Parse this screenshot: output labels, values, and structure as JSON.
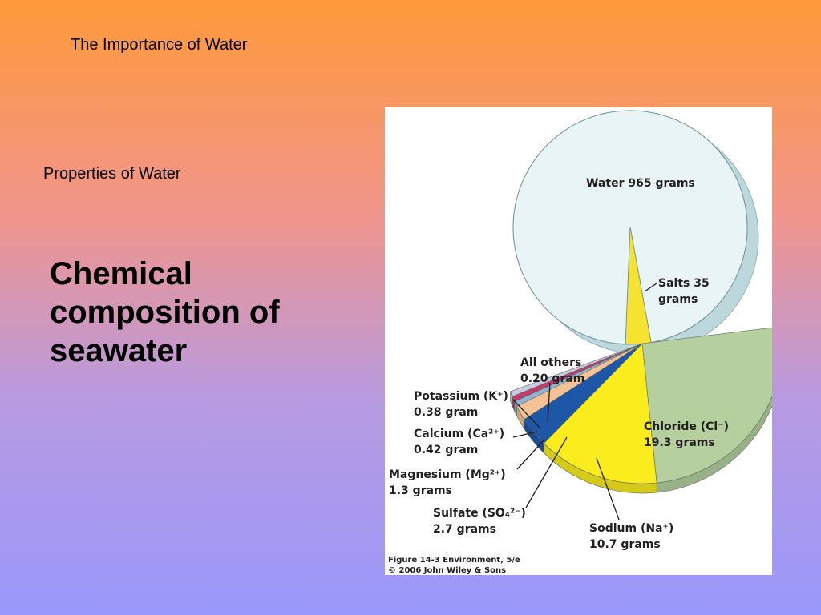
{
  "slide": {
    "title": "The Importance of Water",
    "subtitle": "Properties of Water",
    "heading": "Chemical composition of seawater"
  },
  "chart_data": {
    "type": "pie",
    "caption": [
      "Figure 14-3  Environment, 5/e",
      "© 2006 John Wiley & Sons"
    ],
    "main_pie": [
      {
        "label": "Water 965 grams",
        "value": 965,
        "color": "#e8f4f6"
      },
      {
        "label": "Salts 35 grams",
        "value": 35,
        "color": "#f5e330"
      }
    ],
    "salts_breakdown": [
      {
        "name": "Chloride (Cl⁻)",
        "value_text": "19.3 grams",
        "value": 19.3,
        "color": "#b5cf9f"
      },
      {
        "name": "Sodium (Na⁺)",
        "value_text": "10.7 grams",
        "value": 10.7,
        "color": "#fbec1e"
      },
      {
        "name": "Sulfate (SO₄²⁻)",
        "value_text": "2.7 grams",
        "value": 2.7,
        "color": "#1f57a8"
      },
      {
        "name": "Magnesium (Mg²⁺)",
        "value_text": "1.3 grams",
        "value": 1.3,
        "color": "#f4c294"
      },
      {
        "name": "Calcium (Ca²⁺)",
        "value_text": "0.42 gram",
        "value": 0.42,
        "color": "#8fb4d6"
      },
      {
        "name": "Potassium (K⁺)",
        "value_text": "0.38 gram",
        "value": 0.38,
        "color": "#c23b6a"
      },
      {
        "name": "All others",
        "value_text": "0.20 gram",
        "value": 0.2,
        "color": "#c9c9e4"
      }
    ]
  }
}
